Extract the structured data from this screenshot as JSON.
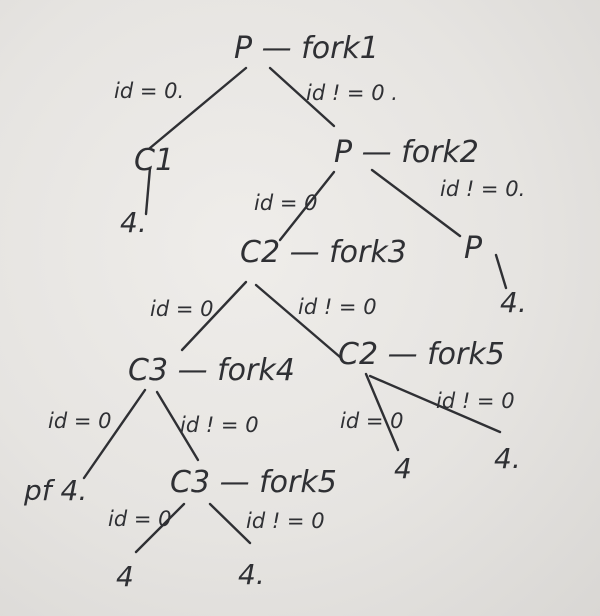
{
  "nodes": {
    "root": "P — fork1",
    "c1": "C1",
    "p_after_fork1": "P — fork2",
    "c2": "C2 — fork3",
    "p_after_fork2": "P",
    "c3": "C3 — fork4",
    "c2_fork5": "C2 — fork5",
    "c3_fork5": "C3 — fork5"
  },
  "edge_labels": {
    "root_left": "id = 0.",
    "root_right": "id ! = 0 .",
    "p2_left": "id = 0",
    "p2_right": "id ! = 0.",
    "c2_left": "id = 0",
    "c2_right": "id ! = 0",
    "c3_left": "id = 0",
    "c3_right": "id ! = 0",
    "c2f5_left": "id = 0",
    "c2f5_right": "id ! = 0",
    "c3f5_left": "id = 0",
    "c3f5_right": "id ! = 0"
  },
  "leaves": {
    "c1_value": "4.",
    "p_value": "4.",
    "pf_value": "pf 4.",
    "c2f5_left_value": "4",
    "c2f5_right_value": "4.",
    "c3f5_left_value": "4",
    "c3f5_right_value": "4."
  }
}
